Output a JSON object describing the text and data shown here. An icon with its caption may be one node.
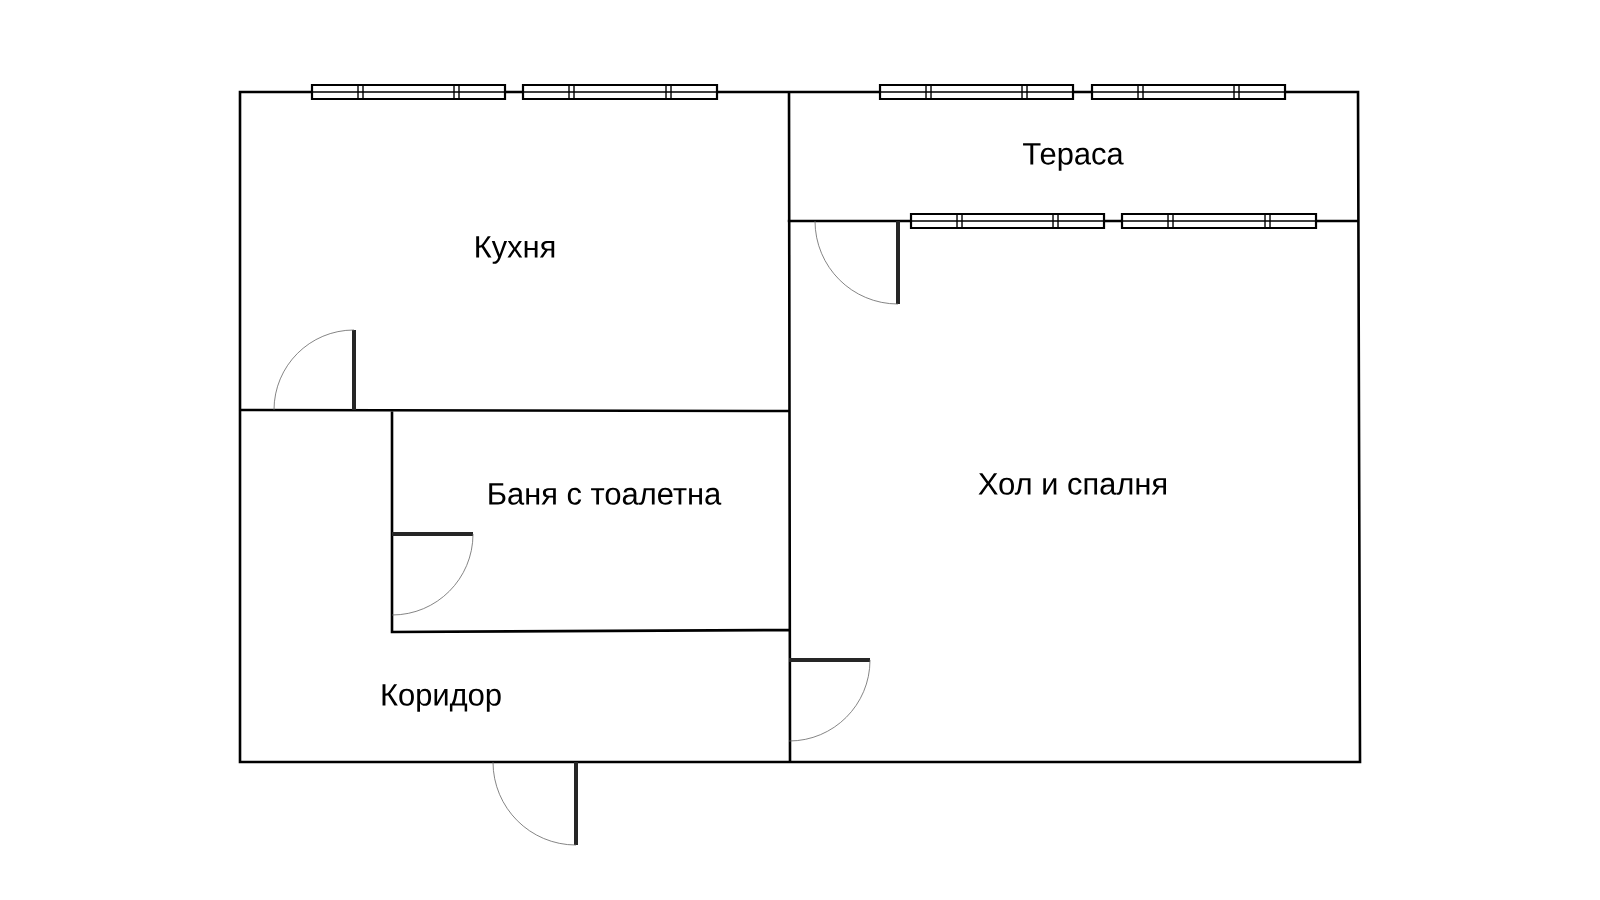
{
  "diagram": {
    "nodes": [
      {
        "text": [
          "Кухня"
        ]
      },
      {
        "text": [
          "Тераса"
        ]
      },
      {
        "text": [
          "Баня с тоалетна"
        ]
      },
      {
        "text": [
          "Коридор"
        ]
      },
      {
        "text": [
          "Хол и спалня"
        ]
      }
    ]
  }
}
